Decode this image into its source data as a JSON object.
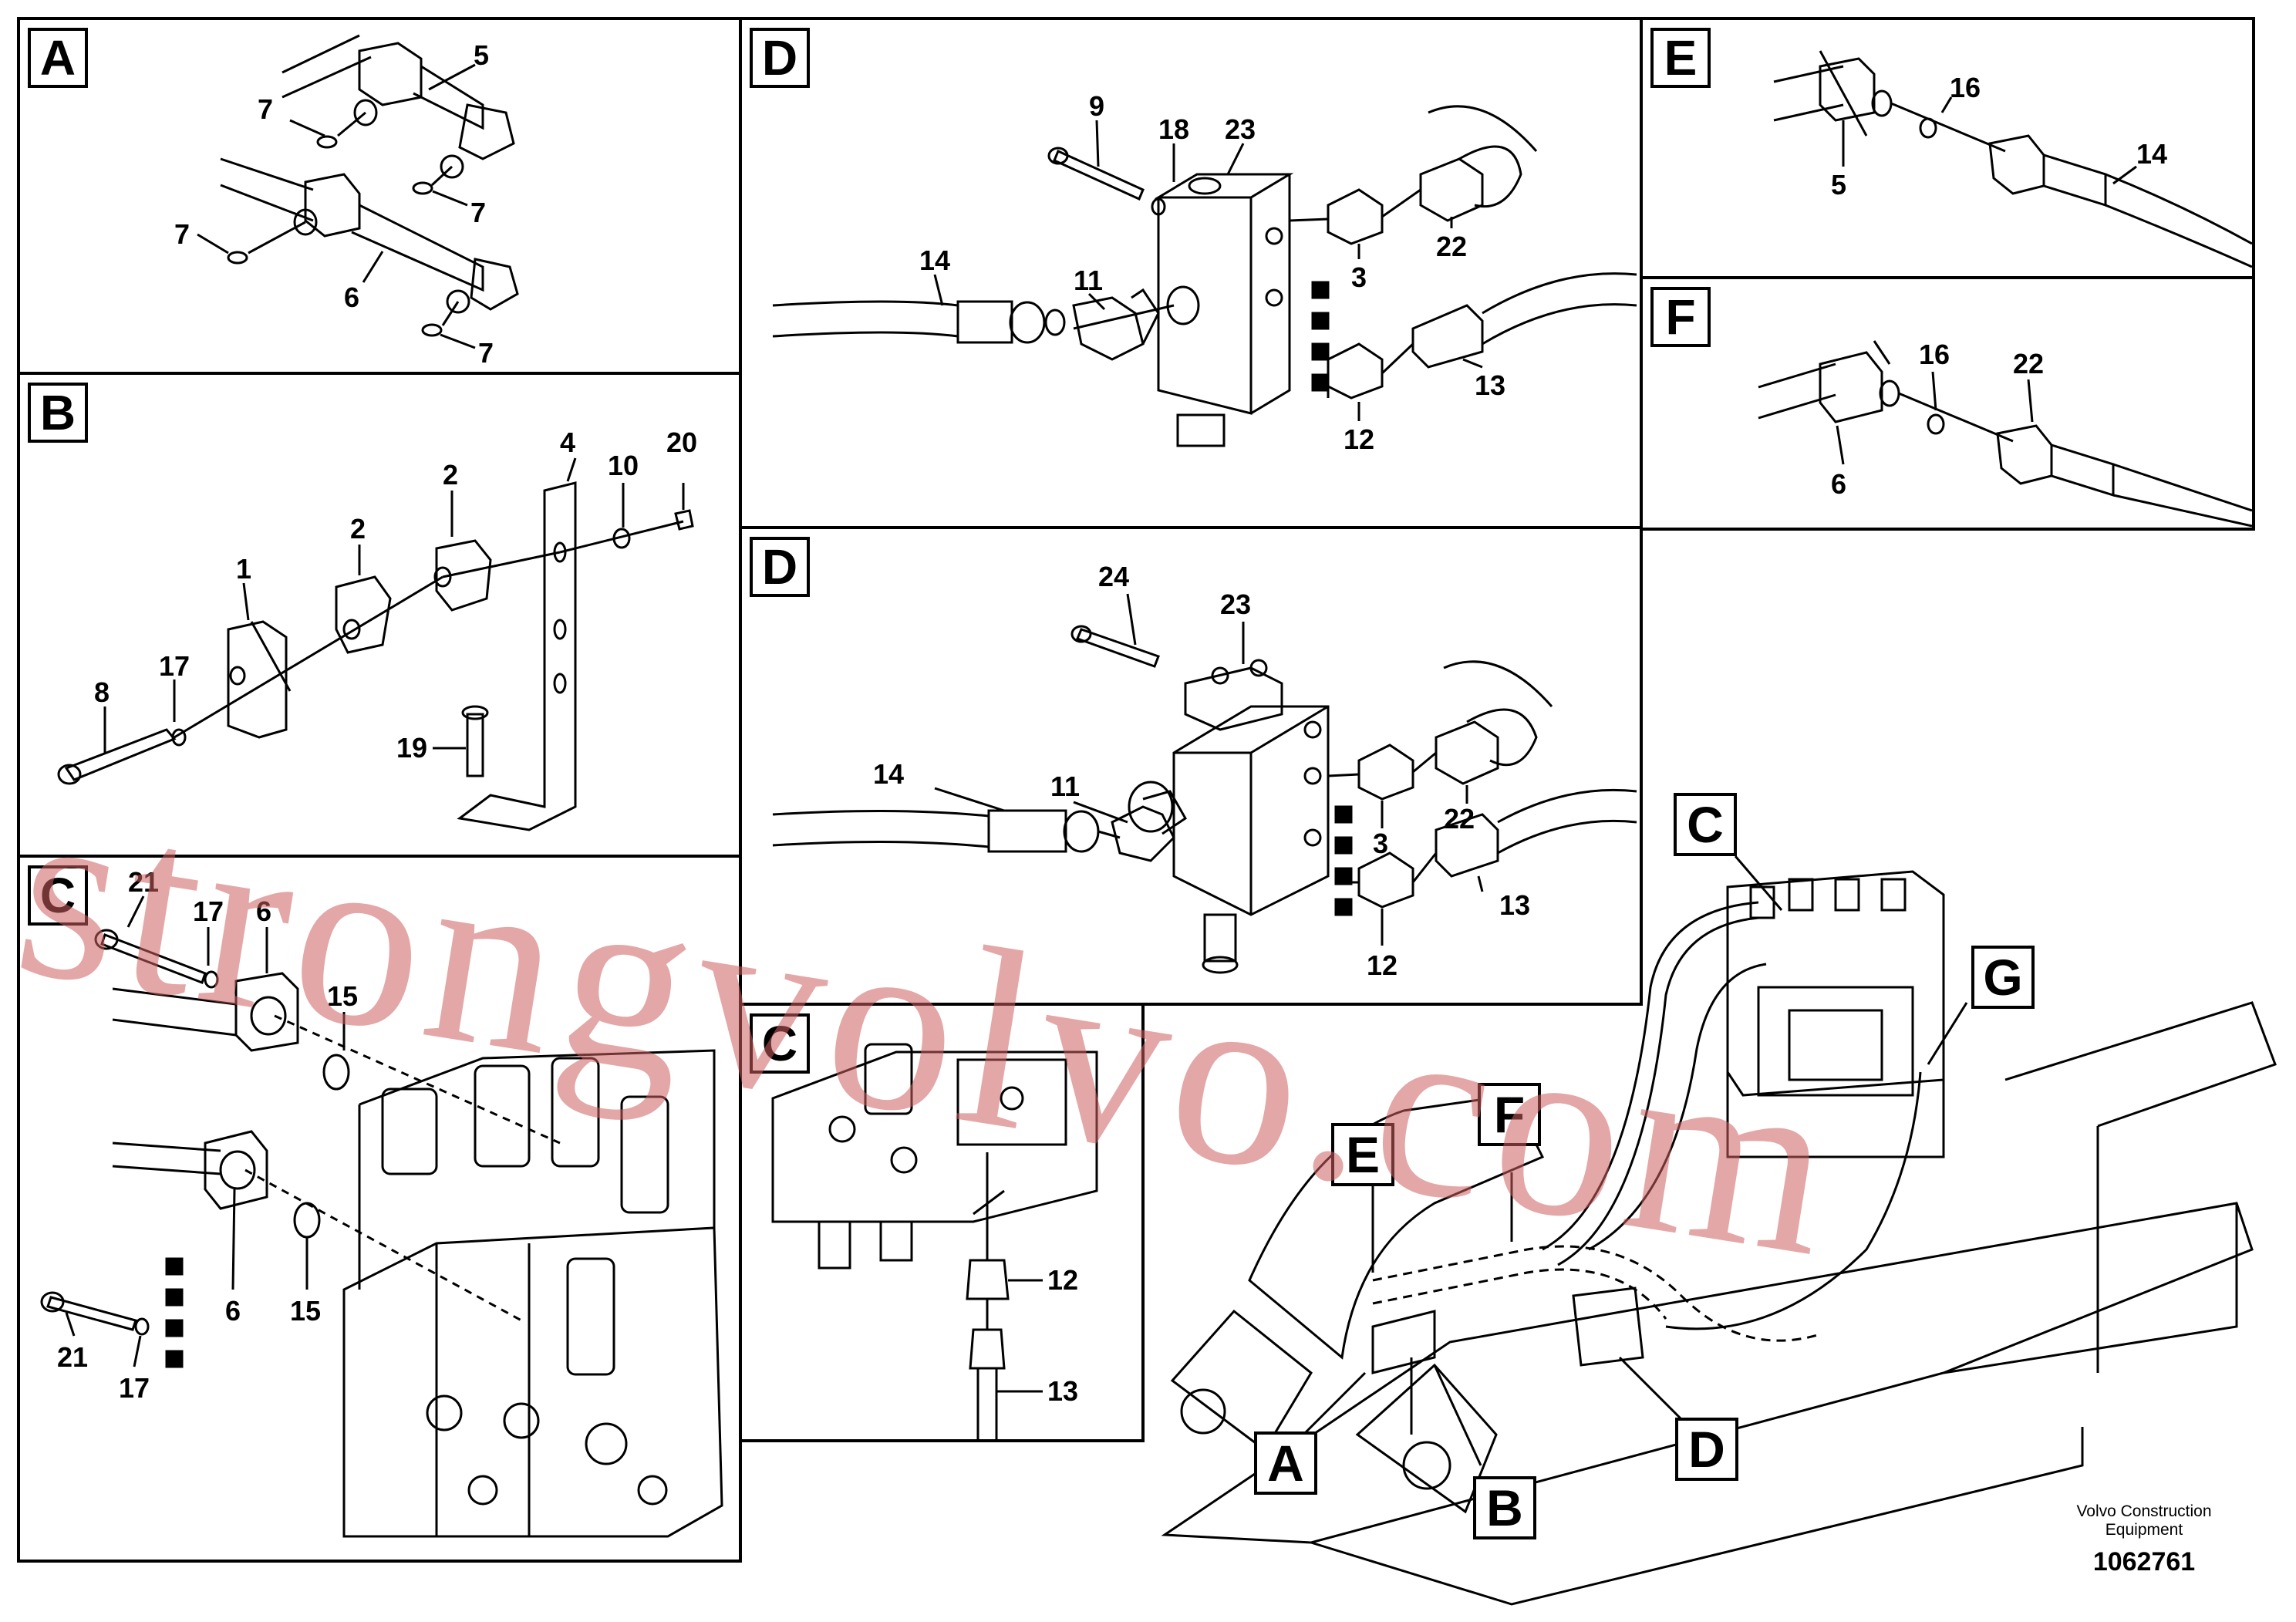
{
  "panels": {
    "A": {
      "label": "A",
      "parts": [
        "5",
        "7",
        "7",
        "7",
        "6",
        "7"
      ]
    },
    "B": {
      "label": "B",
      "parts": [
        "4",
        "10",
        "20",
        "2",
        "2",
        "1",
        "17",
        "8",
        "19"
      ]
    },
    "C_main": {
      "label": "C",
      "parts": [
        "21",
        "17",
        "6",
        "15",
        "6",
        "15",
        "21",
        "17"
      ]
    },
    "D_top": {
      "label": "D",
      "parts": [
        "9",
        "18",
        "23",
        "14",
        "11",
        "3",
        "22",
        "12",
        "13"
      ]
    },
    "D_bottom": {
      "label": "D",
      "parts": [
        "24",
        "23",
        "14",
        "11",
        "3",
        "22",
        "12",
        "13"
      ]
    },
    "C_small": {
      "label": "C",
      "parts": [
        "12",
        "13"
      ]
    },
    "E": {
      "label": "E",
      "parts": [
        "16",
        "14",
        "5"
      ]
    },
    "F": {
      "label": "F",
      "parts": [
        "16",
        "22",
        "6"
      ]
    }
  },
  "overview": {
    "callouts": [
      "C",
      "G",
      "F",
      "E",
      "A",
      "B",
      "D"
    ]
  },
  "watermark": "strongvolvo.com",
  "footer": {
    "brand_line1": "Volvo Construction",
    "brand_line2": "Equipment",
    "drawing_number": "1062761"
  }
}
